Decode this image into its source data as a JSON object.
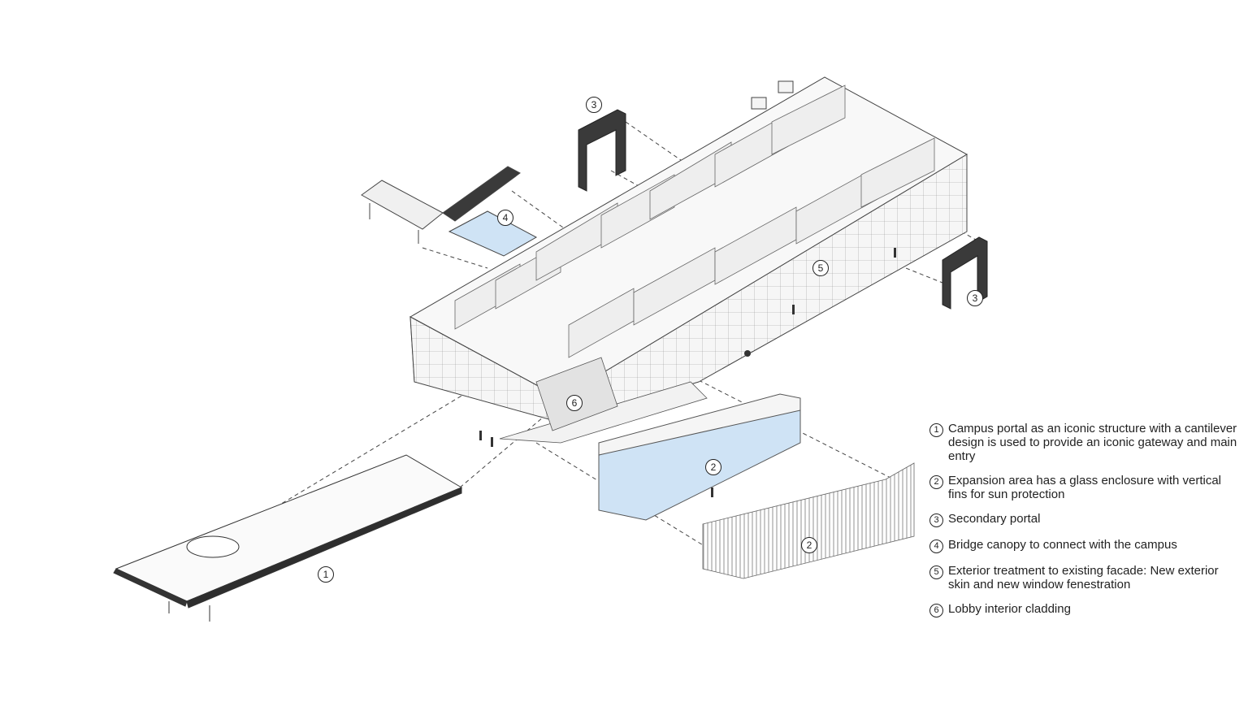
{
  "markers": {
    "m1": "1",
    "m2a": "2",
    "m2b": "2",
    "m3a": "3",
    "m3b": "3",
    "m4": "4",
    "m5": "5",
    "m6": "6"
  },
  "legend": {
    "items": [
      {
        "num": "1",
        "text": "Campus portal as an iconic structure with a cantilever design is used to provide an iconic gateway and main entry"
      },
      {
        "num": "2",
        "text": "Expansion area has a glass enclosure with vertical fins for sun protection"
      },
      {
        "num": "3",
        "text": "Secondary portal"
      },
      {
        "num": "4",
        "text": "Bridge canopy to connect with the campus"
      },
      {
        "num": "5",
        "text": "Exterior treatment to existing facade: New exterior skin and new window fenestration"
      },
      {
        "num": "6",
        "text": "Lobby interior cladding"
      }
    ]
  },
  "colors": {
    "line": "#333333",
    "portal": "#3a3a3a",
    "glass": "#cfe3f5",
    "wall": "#f4f4f4"
  }
}
